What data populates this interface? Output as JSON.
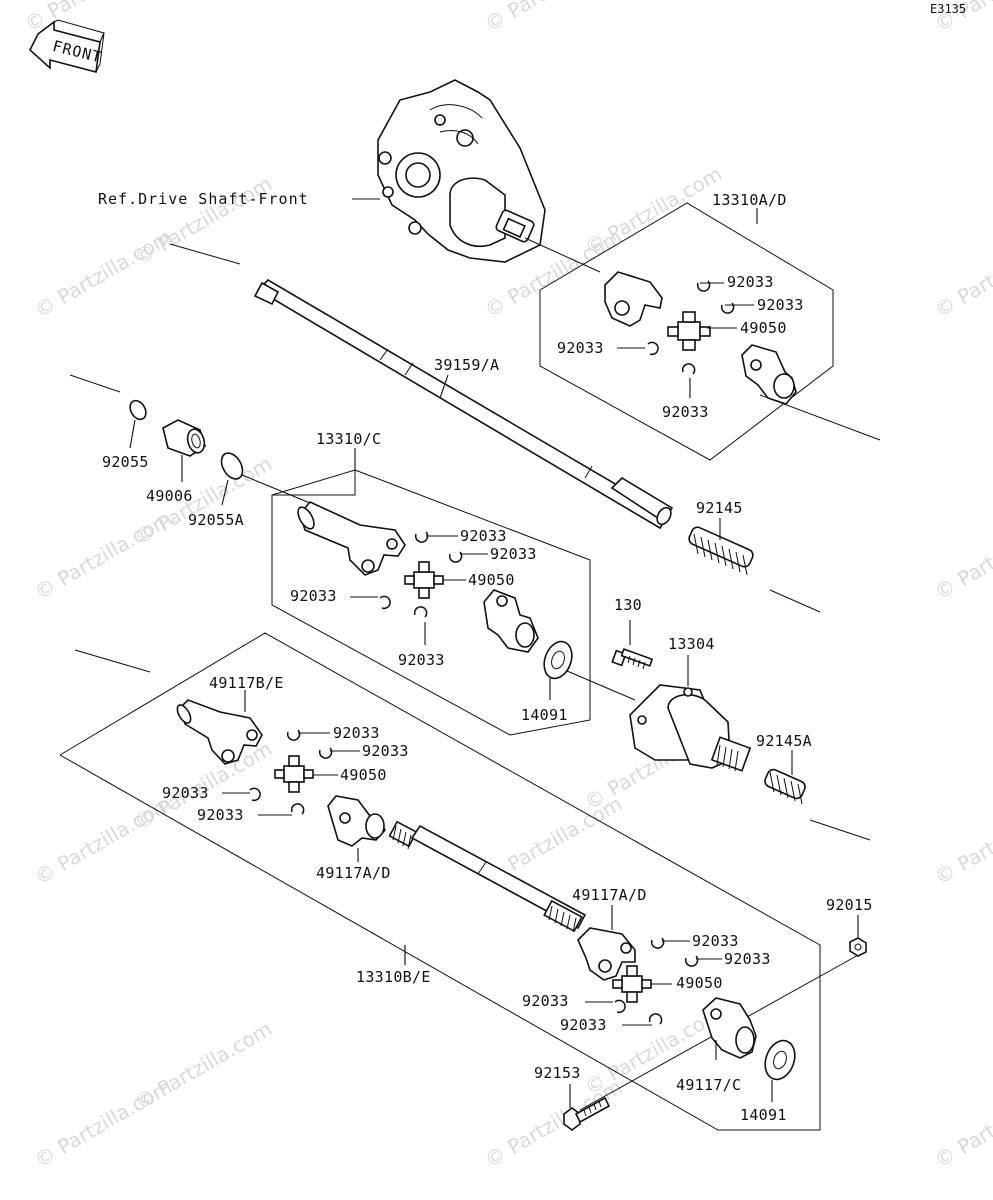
{
  "figure_code": "E3135",
  "front_label": "FRONT",
  "watermark_text": "© Partzilla.com",
  "reference_label": "Ref.Drive Shaft-Front",
  "labels": {
    "assy_top": "13310A/D",
    "clip_a1": "92033",
    "clip_a2": "92033",
    "spider_a": "49050",
    "clip_a3": "92033",
    "clip_a4": "92033",
    "shaft": "39159/A",
    "oring_small": "92055",
    "bushing": "49006",
    "oring_large": "92055A",
    "assy_mid": "13310/C",
    "clip_b1": "92033",
    "clip_b2": "92033",
    "spider_b": "49050",
    "clip_b3": "92033",
    "clip_b4": "92033",
    "washer_mid": "14091",
    "spring_top": "92145",
    "bolt_130": "130",
    "housing": "13304",
    "spring_lower": "92145A",
    "yoke_be": "49117B/E",
    "clip_c1": "92033",
    "clip_c2": "92033",
    "spider_c": "49050",
    "clip_c3": "92033",
    "clip_c4": "92033",
    "yoke_ad_left": "49117A/D",
    "yoke_ad_right": "49117A/D",
    "clip_d1": "92033",
    "clip_d2": "92033",
    "spider_d": "49050",
    "clip_d3": "92033",
    "clip_d4": "92033",
    "nut": "92015",
    "assy_bottom": "13310B/E",
    "bolt_bottom": "92153",
    "yoke_c": "49117/C",
    "washer_bottom": "14091"
  }
}
